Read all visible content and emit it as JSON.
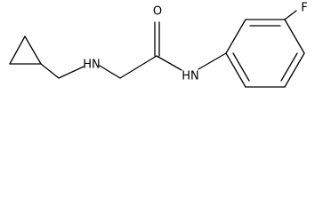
{
  "molecule": {
    "atoms": {
      "n_amine": "HN",
      "o_carbonyl": "O",
      "n_amide": "HN",
      "fluorine": "F"
    }
  }
}
